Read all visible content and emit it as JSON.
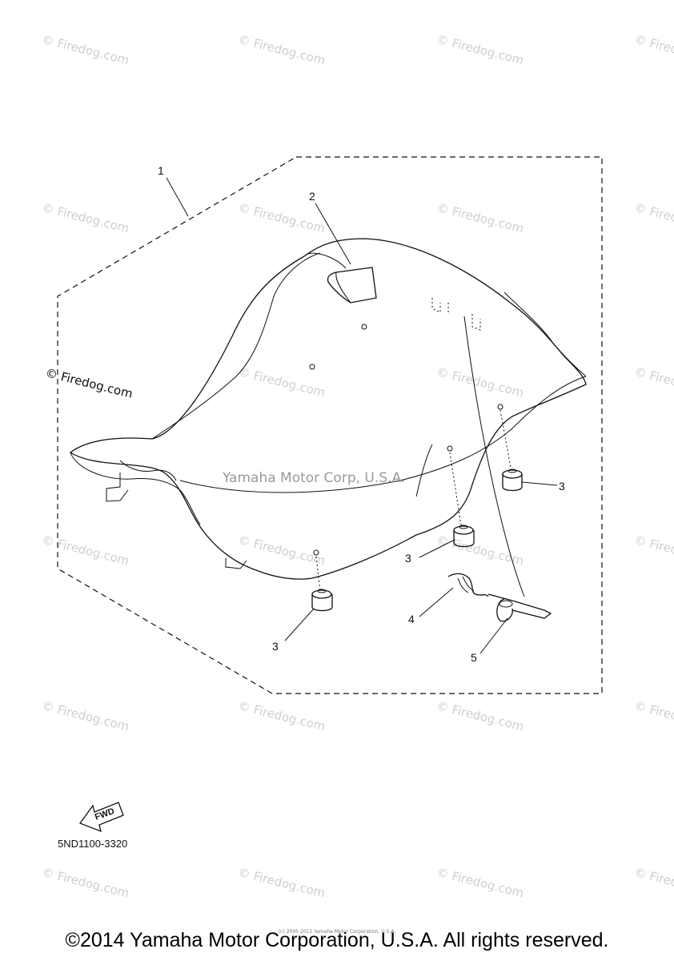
{
  "watermark": {
    "text": "© Firedog.com"
  },
  "diagram": {
    "center_watermark": "Yamaha Motor Corp, U.S.A.",
    "firedog_label": "© Firedog.com",
    "callouts": [
      "1",
      "2",
      "3",
      "3",
      "3",
      "4",
      "5"
    ],
    "fwd_label": "FWD",
    "part_code": "5ND1100-3320"
  },
  "footer": {
    "copyright": "©2014 Yamaha Motor Corporation, U.S.A. All rights reserved.",
    "tiny_note": "(c) 2005-2015 Yamaha Motor Corporation, U.S.A."
  }
}
